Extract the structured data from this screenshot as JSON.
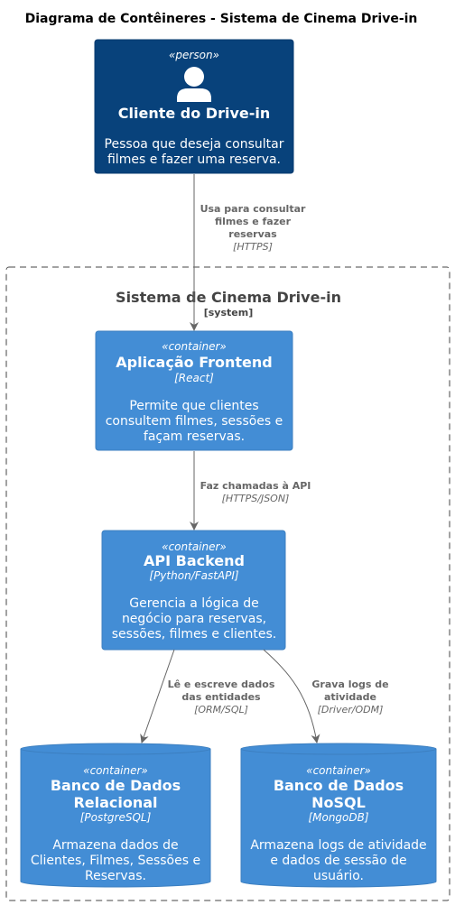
{
  "title": "Diagrama de Contêineres - Sistema de Cinema Drive-in",
  "person": {
    "stereotype": "«person»",
    "name": "Cliente do Drive-in",
    "desc1": "Pessoa que deseja consultar",
    "desc2": "filmes e fazer uma reserva."
  },
  "boundary": {
    "name": "Sistema de Cinema Drive-in",
    "type": "[system]"
  },
  "frontend": {
    "stereotype": "«container»",
    "name": "Aplicação Frontend",
    "tech": "[React]",
    "desc1": "Permite que clientes",
    "desc2": "consultem filmes, sessões e",
    "desc3": "façam reservas."
  },
  "backend": {
    "stereotype": "«container»",
    "name": "API Backend",
    "tech": "[Python/FastAPI]",
    "desc1": "Gerencia a lógica de",
    "desc2": "negócio para reservas,",
    "desc3": "sessões, filmes e clientes."
  },
  "sqldb": {
    "stereotype": "«container»",
    "name1": "Banco de Dados",
    "name2": "Relacional",
    "tech": "[PostgreSQL]",
    "desc1": "Armazena dados de",
    "desc2": "Clientes, Filmes, Sessões e",
    "desc3": "Reservas."
  },
  "nosqldb": {
    "stereotype": "«container»",
    "name1": "Banco de Dados",
    "name2": "NoSQL",
    "tech": "[MongoDB]",
    "desc1": "Armazena logs de atividade",
    "desc2": "e dados de sessão de",
    "desc3": "usuário."
  },
  "rel_person_frontend": {
    "line1": "Usa para consultar",
    "line2": "filmes e fazer",
    "line3": "reservas",
    "tech": "[HTTPS]"
  },
  "rel_frontend_backend": {
    "line1": "Faz chamadas à API",
    "tech": "[HTTPS/JSON]"
  },
  "rel_backend_sql": {
    "line1": "Lê e escreve dados",
    "line2": "das entidades",
    "tech": "[ORM/SQL]"
  },
  "rel_backend_nosql": {
    "line1": "Grava logs de",
    "line2": "atividade",
    "tech": "[Driver/ODM]"
  },
  "colors": {
    "person": "#08427B",
    "container": "#438DD5",
    "arrow": "#666666",
    "text_dark": "#000000",
    "boundary": "#444444"
  }
}
